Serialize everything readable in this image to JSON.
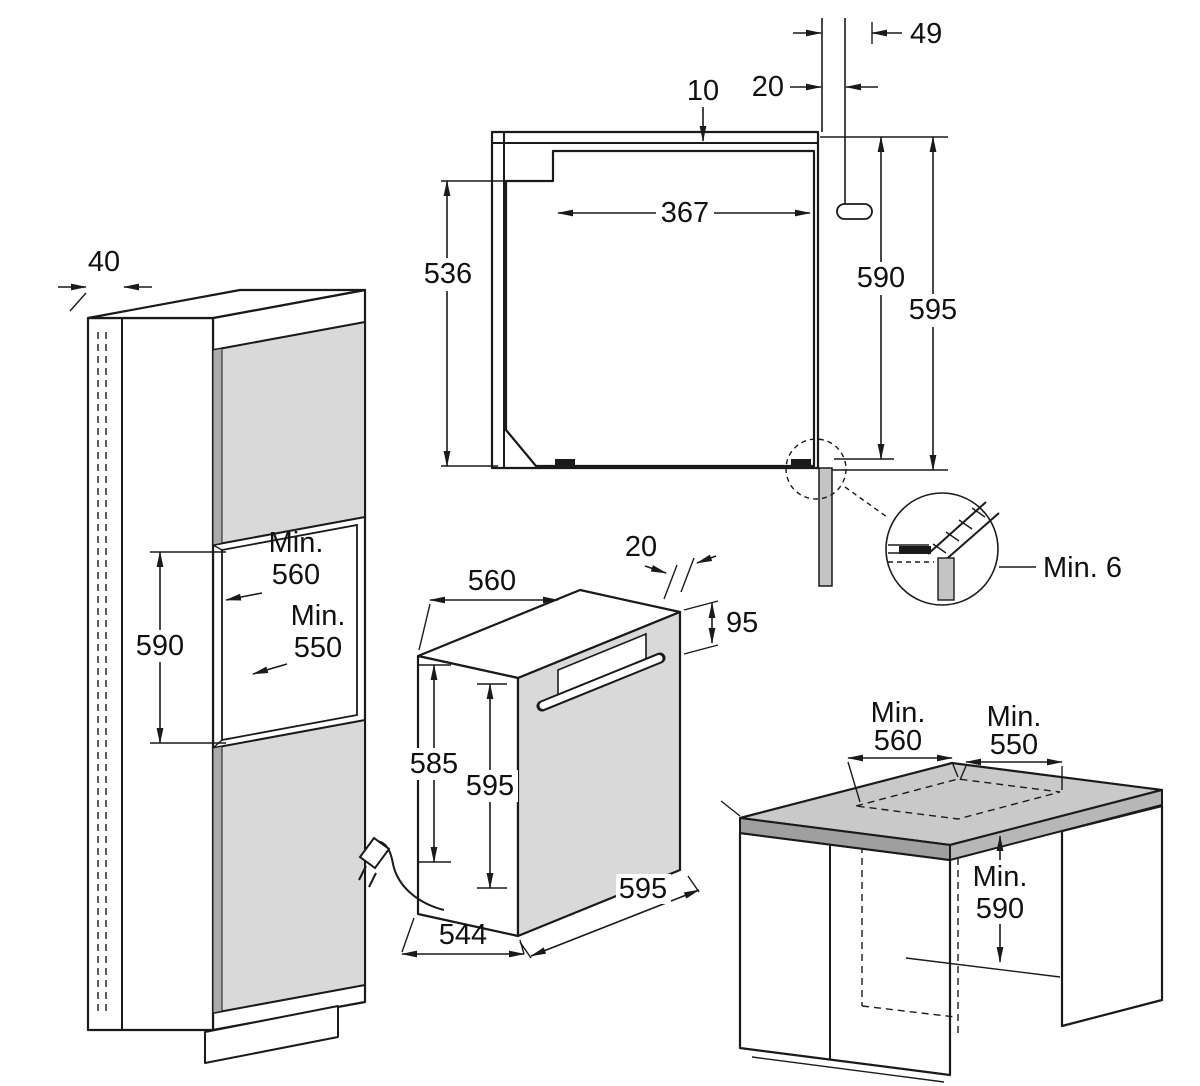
{
  "colors": {
    "line": "#1a1a1a",
    "door_gray": "#d9d9d9",
    "door_edge_gray": "#ababab",
    "worktop_gray": "#c9c9c9",
    "worktop_front_gray": "#9f9f9f",
    "worktop_side_gray": "#b7b7b7",
    "strip_gray": "#c4c4c4"
  },
  "column": {
    "depth_edge": "40",
    "min_width": {
      "label": "Min.",
      "value": "560"
    },
    "min_depth": {
      "label": "Min.",
      "value": "550"
    },
    "niche_height": "590"
  },
  "niche": {
    "top_gap": "10",
    "rear_gap": "20",
    "rear_offset": "49",
    "inner_width": "367",
    "inner_height": "536",
    "height": "590",
    "total_height": "595",
    "seal_detail": "Min. 6"
  },
  "oven": {
    "width": "560",
    "front_gap": "20",
    "panel_height": "95",
    "body_height": "585",
    "height": "595",
    "front_width": "595",
    "depth": "544"
  },
  "worktop": {
    "min_width": {
      "label": "Min.",
      "value": "560"
    },
    "min_depth": {
      "label": "Min.",
      "value": "550"
    },
    "min_height": {
      "label": "Min.",
      "value": "590"
    }
  }
}
